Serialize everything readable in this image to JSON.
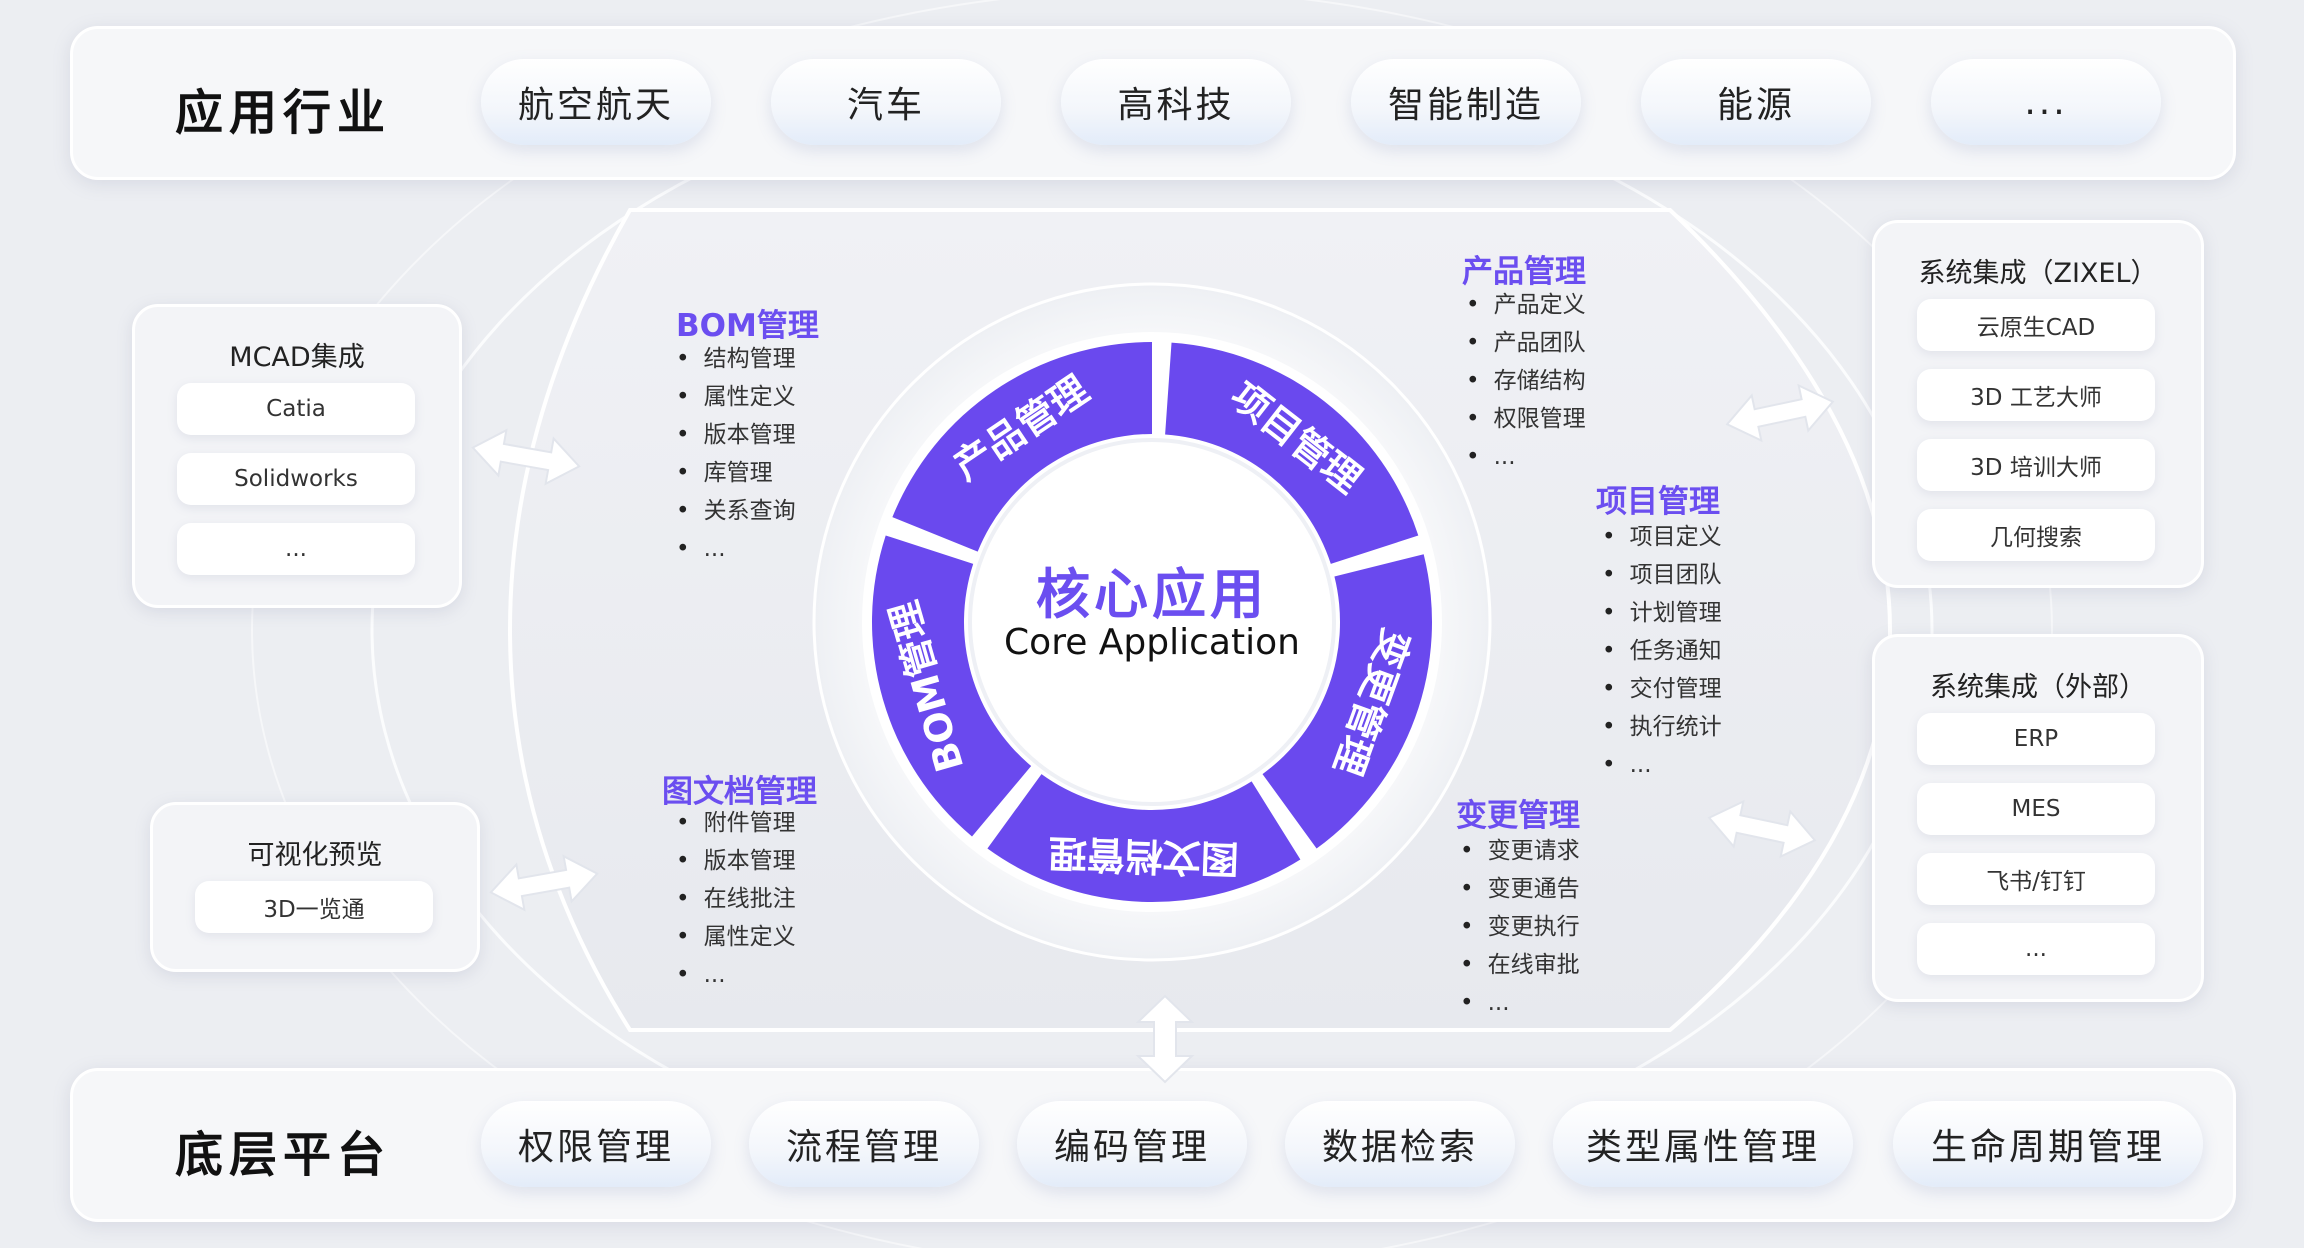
{
  "industry": {
    "title": "应用行业",
    "items": [
      "航空航天",
      "汽车",
      "高科技",
      "智能制造",
      "能源",
      "..."
    ]
  },
  "platform": {
    "title": "底层平台",
    "items": [
      "权限管理",
      "流程管理",
      "编码管理",
      "数据检索",
      "类型属性管理",
      "生命周期管理"
    ]
  },
  "core": {
    "title": "核心应用",
    "subtitle": "Core Application",
    "ring": [
      "产品管理",
      "项目管理",
      "变更管理",
      "图文档管理",
      "BOM管理"
    ],
    "colors": {
      "ring": "#6a49ee",
      "title": "#6b4ef0"
    }
  },
  "modules": {
    "bom": {
      "title": "BOM管理",
      "items": [
        "结构管理",
        "属性定义",
        "版本管理",
        "库管理",
        "关系查询",
        "..."
      ]
    },
    "product": {
      "title": "产品管理",
      "items": [
        "产品定义",
        "产品团队",
        "存储结构",
        "权限管理",
        "..."
      ]
    },
    "project": {
      "title": "项目管理",
      "items": [
        "项目定义",
        "项目团队",
        "计划管理",
        "任务通知",
        "交付管理",
        "执行统计",
        "..."
      ]
    },
    "doc": {
      "title": "图文档管理",
      "items": [
        "附件管理",
        "版本管理",
        "在线批注",
        "属性定义",
        "..."
      ]
    },
    "change": {
      "title": "变更管理",
      "items": [
        "变更请求",
        "变更通告",
        "变更执行",
        "在线审批",
        "..."
      ]
    }
  },
  "mcad": {
    "title": "MCAD集成",
    "items": [
      "Catia",
      "Solidworks",
      "..."
    ]
  },
  "visual": {
    "title": "可视化预览",
    "items": [
      "3D一览通"
    ]
  },
  "zixel": {
    "title": "系统集成（ZIXEL）",
    "items": [
      "云原生CAD",
      "3D 工艺大师",
      "3D 培训大师",
      "几何搜索"
    ]
  },
  "external": {
    "title": "系统集成（外部）",
    "items": [
      "ERP",
      "MES",
      "飞书/钉钉",
      "..."
    ]
  }
}
